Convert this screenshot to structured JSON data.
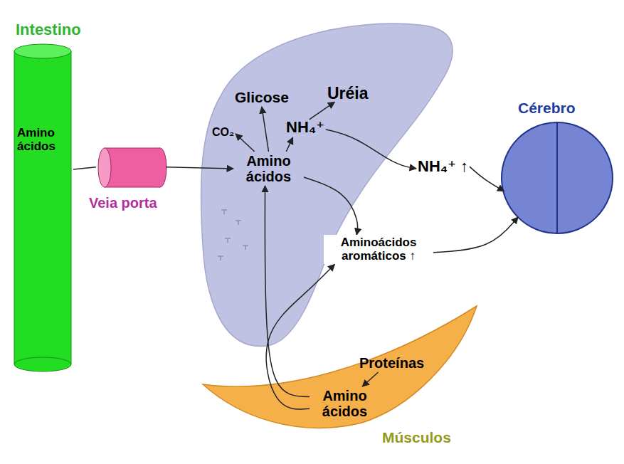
{
  "diagram": {
    "nodes": [
      {
        "text": [
          "Intestino",
          "Amino ácidos"
        ]
      },
      {
        "text": [
          "Veia porta"
        ]
      },
      {
        "text": []
      },
      {
        "text": [
          "Glicose"
        ],
        "in": 2
      },
      {
        "text": [
          "Uréia"
        ],
        "in": 2
      },
      {
        "text": [
          "CO₂"
        ],
        "in": 2
      },
      {
        "text": [
          "NH₄⁺"
        ],
        "in": 2
      },
      {
        "text": [
          "Amino ácidos"
        ],
        "in": 2
      },
      {
        "text": [
          "NH₄⁺ ↑"
        ]
      },
      {
        "text": [
          "Aminoácidos aromáticos ↑"
        ]
      },
      {
        "text": [
          "Cérebro"
        ]
      },
      {
        "text": [
          "Músculos"
        ]
      },
      {
        "text": [
          "Proteínas"
        ],
        "in": 11
      },
      {
        "text": [
          "Amino ácidos"
        ],
        "in": 11
      }
    ],
    "edges": [
      {
        "from": 0,
        "to": 1,
        "arrow": "none"
      },
      {
        "from": 1,
        "to": 7,
        "arrow": "to"
      },
      {
        "from": 7,
        "to": 3,
        "arrow": "to"
      },
      {
        "from": 7,
        "to": 5,
        "arrow": "to"
      },
      {
        "from": 7,
        "to": 6,
        "arrow": "to"
      },
      {
        "from": 6,
        "to": 4,
        "arrow": "to"
      },
      {
        "from": 6,
        "to": 8,
        "arrow": "to"
      },
      {
        "from": 7,
        "to": 9,
        "arrow": "to"
      },
      {
        "from": 13,
        "to": 7,
        "arrow": "to"
      },
      {
        "from": 13,
        "to": 9,
        "arrow": "to"
      },
      {
        "from": 12,
        "to": 13,
        "arrow": "to"
      },
      {
        "from": 8,
        "to": 10,
        "arrow": "to"
      },
      {
        "from": 9,
        "to": 10,
        "arrow": "to"
      }
    ]
  }
}
